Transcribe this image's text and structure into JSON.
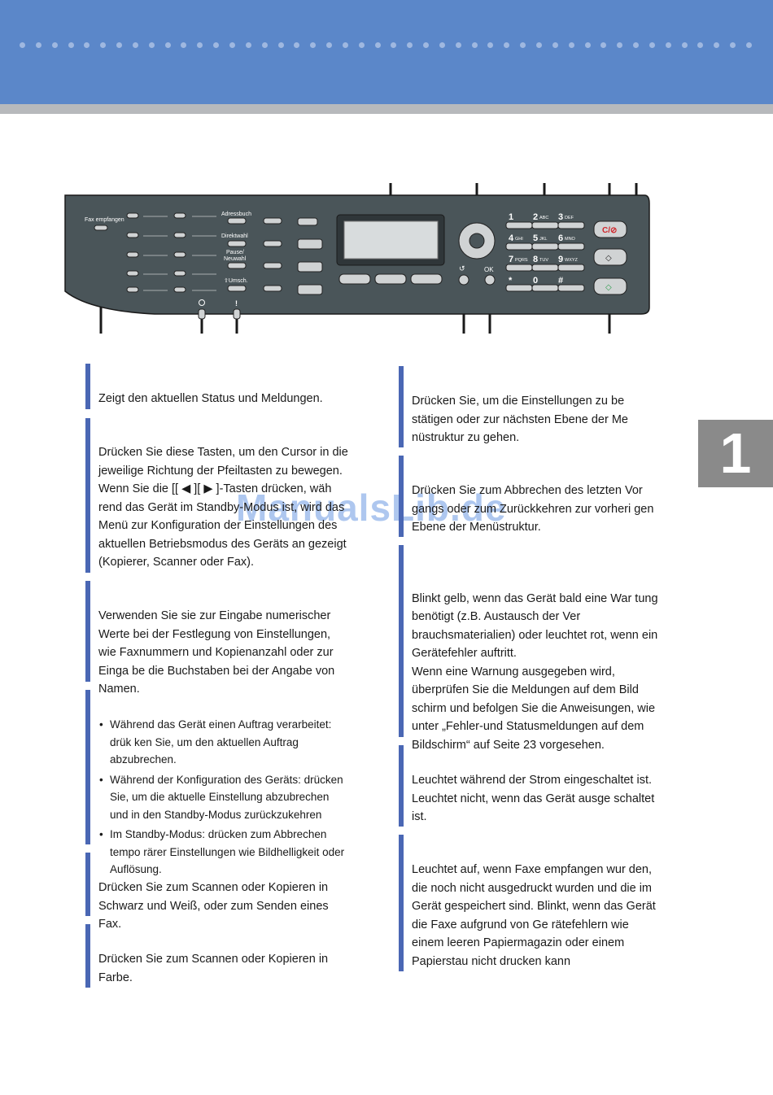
{
  "panel": {
    "fax_receive_label": "Fax empfangen",
    "address_book_label": "Adressbuch",
    "direct_dial_label": "Direktwahl",
    "pause_redial_label": "Pause/\nNeuwahl",
    "shift_label": "⇧Umsch.",
    "ok_label": "OK",
    "clear_stop_label": "C/⊘",
    "keypad": [
      "1",
      "2",
      "3",
      "4",
      "5",
      "6",
      "7",
      "8",
      "9",
      "*",
      "0",
      "#"
    ],
    "keypad_letters": [
      "",
      "ABC",
      "DEF",
      "GHI",
      "JKL",
      "MNO",
      "PQRS",
      "TUV",
      "WXYZ",
      "",
      "",
      ""
    ]
  },
  "chapter_number": "1",
  "watermark": "ManualsLib.de",
  "left_column": [
    {
      "text": "Zeigt den aktuellen Status und Meldungen."
    },
    {
      "text": "Drücken Sie diese Tasten, um den Cursor in die jeweilige Richtung der Pfeiltasten zu bewegen. Wenn Sie die [[ ◀ ][ ▶ ]-Tasten drücken, wäh rend das Gerät im Standby-Modus ist, wird das Menü zur Konfiguration der Einstellungen des aktuellen Betriebsmodus des Geräts an gezeigt (Kopierer, Scanner oder Fax)."
    },
    {
      "text": "Verwenden Sie sie zur Eingabe numerischer Werte bei der Festlegung von Einstellungen, wie Faxnummern und Kopienanzahl oder zur Einga be die Buchstaben bei der Angabe von Namen."
    },
    {
      "bullets": [
        "Während das Gerät einen Auftrag verarbeitet: drük ken Sie, um den aktuellen Auftrag abzubrechen.",
        "Während der Konfiguration des Geräts: drücken Sie, um die aktuelle Einstellung abzubrechen und in den Standby-Modus zurückzukehren",
        "Im Standby-Modus: drücken zum Abbrechen tempo rärer Einstellungen wie Bildhelligkeit oder Auflösung."
      ]
    },
    {
      "text": "Drücken Sie zum Scannen oder Kopieren in Schwarz und Weiß, oder zum Senden eines Fax."
    },
    {
      "text": "Drücken Sie zum Scannen oder Kopieren in Farbe."
    }
  ],
  "right_column": [
    {
      "text": "Drücken Sie, um die Einstellungen zu be stätigen oder zur nächsten Ebene der Me nüstruktur zu gehen."
    },
    {
      "text": "Drücken Sie zum Abbrechen des letzten Vor gangs oder zum Zurückkehren zur vorheri gen Ebene der Menüstruktur."
    },
    {
      "text": "Blinkt gelb, wenn das Gerät bald eine War tung benötigt (z.B. Austausch der Ver brauchsmaterialien) oder leuchtet rot, wenn ein Gerätefehler auftritt.\nWenn eine Warnung ausgegeben wird, überprüfen Sie die Meldungen auf dem Bild schirm und befolgen Sie die Anweisungen, wie unter „Fehler-und Statusmeldungen auf dem Bildschirm“ auf Seite 23 vorgesehen."
    },
    {
      "text": "Leuchtet während der Strom eingeschaltet ist. Leuchtet nicht, wenn das Gerät ausge schaltet ist."
    },
    {
      "text": "Leuchtet auf, wenn Faxe empfangen wur den, die noch nicht ausgedruckt wurden und die im Gerät gespeichert sind. Blinkt, wenn das Gerät die Faxe aufgrund von Ge rätefehlern wie einem leeren Papiermagazin oder einem Papierstau nicht drucken kann"
    }
  ]
}
